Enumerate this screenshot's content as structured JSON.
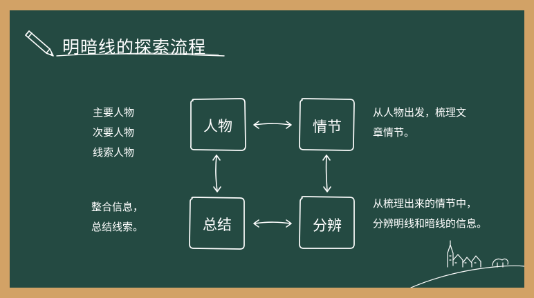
{
  "slide": {
    "title": "明暗线的探索流程",
    "nodes": {
      "characters": "人物",
      "plot": "情节",
      "summarize": "总结",
      "distinguish": "分辨"
    },
    "notes": {
      "characters_lines": [
        "主要人物",
        "次要人物",
        "线索人物"
      ],
      "plot_lines": [
        "从人物出发，梳理文",
        "章情节。"
      ],
      "summarize_lines": [
        "整合信息，",
        "总结线索。"
      ],
      "distinguish_lines": [
        "从梳理出来的情节中，",
        "分辨明线和暗线的信息。"
      ]
    }
  },
  "colors": {
    "frame": "#d2a266",
    "board": "#244a42",
    "chalk": "#ffffff"
  },
  "icons": [
    "pencil-icon",
    "house-doodle-icon"
  ]
}
